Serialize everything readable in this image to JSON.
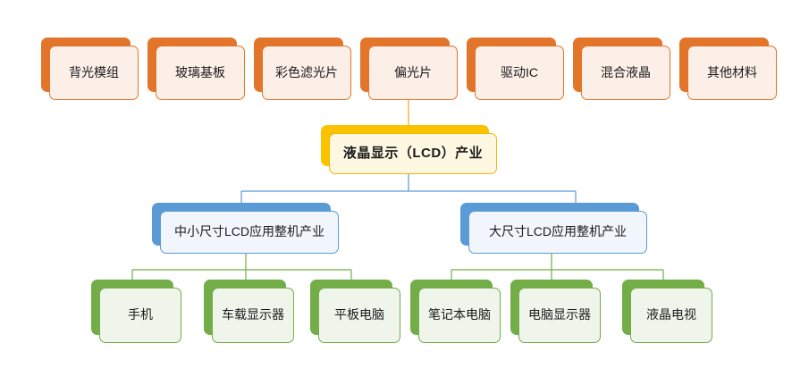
{
  "diagram": {
    "type": "org-chart",
    "title_node": {
      "label": "液晶显示（LCD）产业",
      "color": "#FBC200"
    },
    "materials_row": {
      "color": "#E2752A",
      "items": [
        {
          "label": "背光模组"
        },
        {
          "label": "玻璃基板"
        },
        {
          "label": "彩色滤光片"
        },
        {
          "label": "偏光片"
        },
        {
          "label": "驱动IC"
        },
        {
          "label": "混合液晶"
        },
        {
          "label": "其他材料"
        }
      ]
    },
    "segments_row": {
      "color": "#5B9BD5",
      "items": [
        {
          "label": "中小尺寸LCD应用整机产业"
        },
        {
          "label": "大尺寸LCD应用整机产业"
        }
      ]
    },
    "products_row": {
      "color": "#72AD47",
      "left_group": [
        {
          "label": "手机"
        },
        {
          "label": "车载显示器"
        },
        {
          "label": "平板电脑"
        }
      ],
      "right_group": [
        {
          "label": "笔记本电脑"
        },
        {
          "label": "电脑显示器"
        },
        {
          "label": "液晶电视"
        }
      ]
    }
  }
}
